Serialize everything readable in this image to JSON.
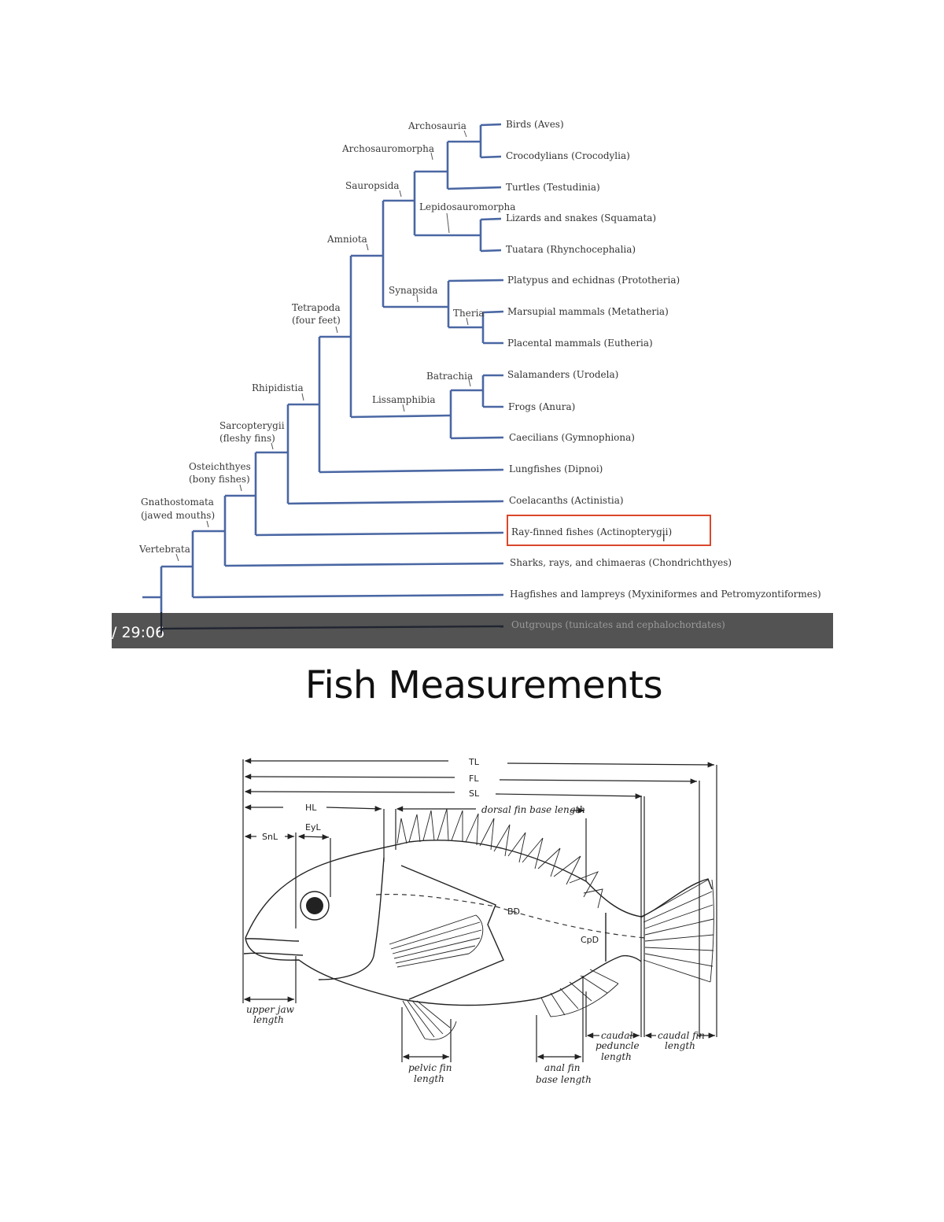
{
  "cladogram": {
    "clades": {
      "archosauria": "Archosauria",
      "archosauromorpha": "Archosauromorpha",
      "sauropsida": "Sauropsida",
      "lepidosauromorpha": "Lepidosauromorpha",
      "amniota": "Amniota",
      "synapsida": "Synapsida",
      "theria": "Theria",
      "tetrapoda_1": "Tetrapoda",
      "tetrapoda_2": "(four feet)",
      "batrachia": "Batrachia",
      "lissamphibia": "Lissamphibia",
      "rhipidistia": "Rhipidistia",
      "sarcopterygii_1": "Sarcopterygii",
      "sarcopterygii_2": "(fleshy fins)",
      "osteichthyes_1": "Osteichthyes",
      "osteichthyes_2": "(bony fishes)",
      "gnathostomata_1": "Gnathostomata",
      "gnathostomata_2": "(jawed mouths)",
      "vertebrata": "Vertebrata"
    },
    "leaves": {
      "birds": "Birds (Aves)",
      "crocodylians": "Crocodylians (Crocodylia)",
      "turtles": "Turtles (Testudinia)",
      "lizards": "Lizards and snakes (Squamata)",
      "tuatara": "Tuatara (Rhynchocephalia)",
      "platypus": "Platypus and echidnas (Prototheria)",
      "marsupial": "Marsupial mammals (Metatheria)",
      "placental": "Placental mammals (Eutheria)",
      "salamanders": "Salamanders (Urodela)",
      "frogs": "Frogs (Anura)",
      "caecilians": "Caecilians (Gymnophiona)",
      "lungfishes": "Lungfishes (Dipnoi)",
      "coelacanths": "Coelacanths (Actinistia)",
      "rayfinned": "Ray-finned fishes (Actinopterygii)",
      "sharks": "Sharks, rays, and chimaeras (Chondrichthyes)",
      "hagfishes": "Hagfishes and lampreys (Myxiniformes and Petromyzontiformes)",
      "outgroups": "Outgroups (tunicates and cephalochordates)"
    },
    "branch_color": "#4a67a3",
    "highlight_color": "#d9472b"
  },
  "video": {
    "time": "/ 29:06"
  },
  "page_title": "Fish Measurements",
  "fish_diagram": {
    "tl": "TL",
    "fl": "FL",
    "sl": "SL",
    "hl": "HL",
    "snl": "SnL",
    "eyl": "EyL",
    "dorsal": "dorsal fin base length",
    "bd": "BD",
    "cpd": "CpD",
    "upper_jaw_1": "upper jaw",
    "upper_jaw_2": "length",
    "pelvic_1": "pelvic fin",
    "pelvic_2": "length",
    "anal_1": "anal fin",
    "anal_2": "base length",
    "peduncle_1": "caudal",
    "peduncle_2": "peduncle",
    "peduncle_3": "length",
    "caudal_1": "caudal fin",
    "caudal_2": "length"
  }
}
